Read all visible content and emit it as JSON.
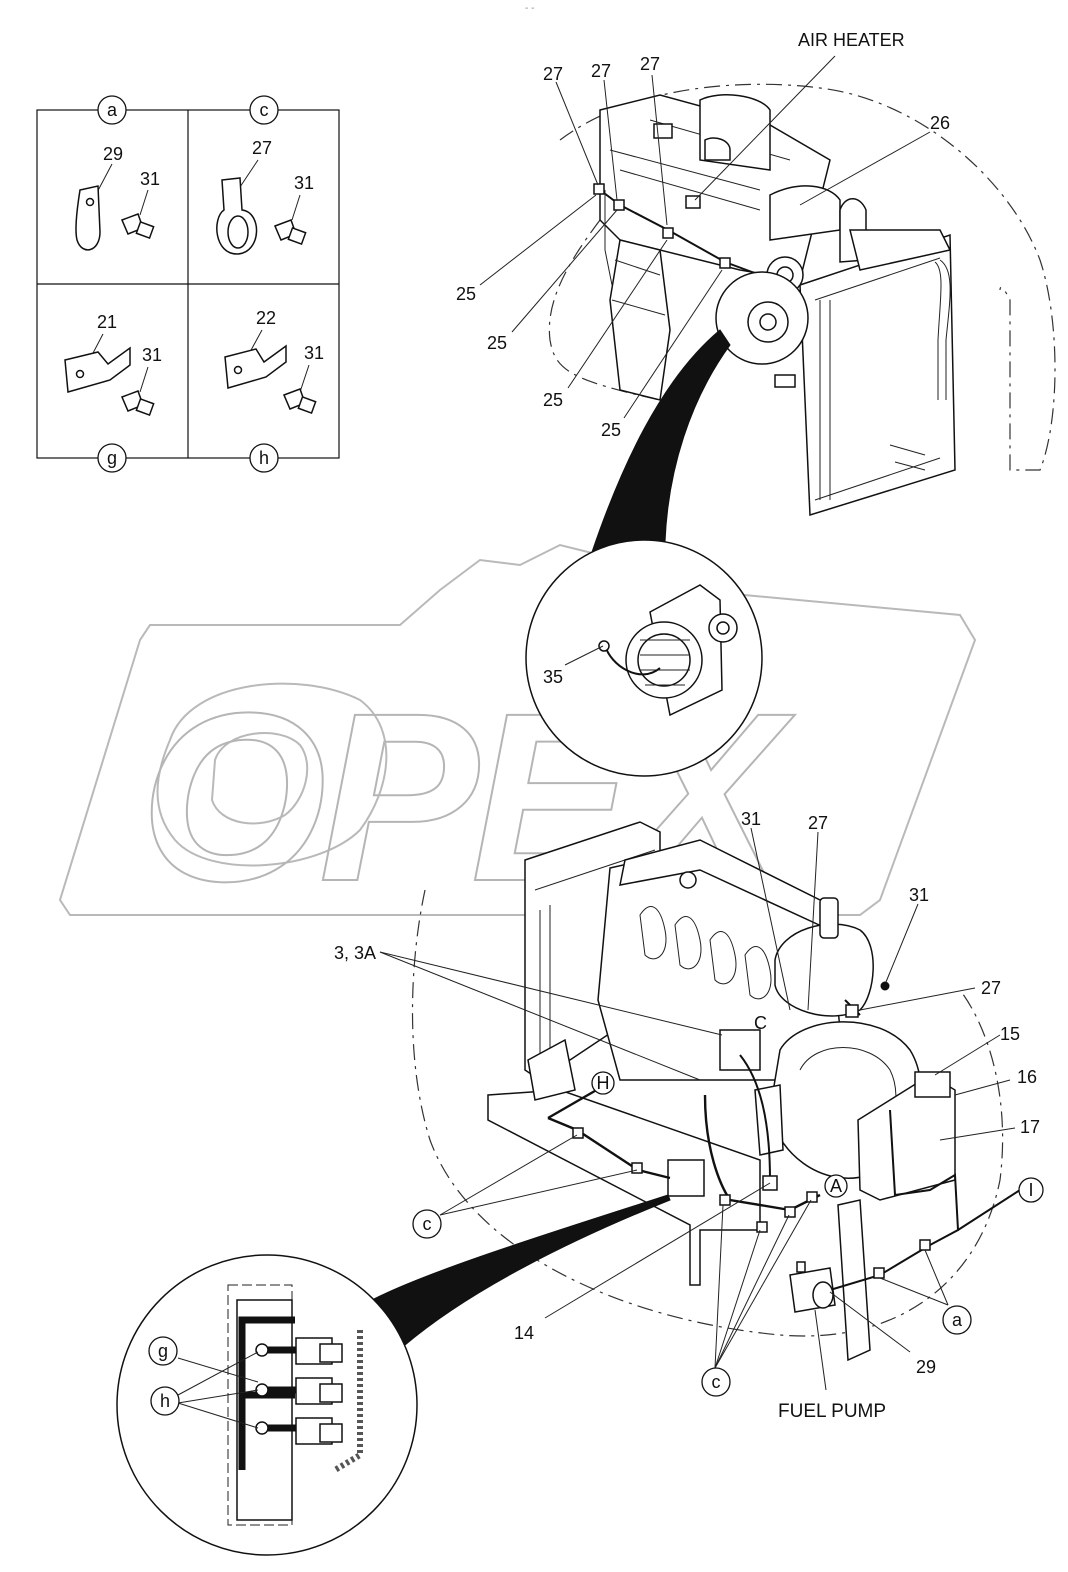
{
  "header_mark": "- -",
  "watermark": "OPEX",
  "legend": {
    "cells": [
      {
        "letter": "a",
        "part": "29",
        "bolt": "31"
      },
      {
        "letter": "c",
        "part": "27",
        "bolt": "31"
      },
      {
        "letter": "g",
        "part": "21",
        "bolt": "31"
      },
      {
        "letter": "h",
        "part": "22",
        "bolt": "31"
      }
    ]
  },
  "top_view": {
    "air_heater": "AIR HEATER",
    "callouts": [
      "27",
      "27",
      "27",
      "26",
      "25",
      "25",
      "25",
      "25"
    ]
  },
  "alternator_detail": {
    "callout": "35"
  },
  "bottom_view": {
    "callouts": {
      "c31": "31",
      "c27a": "27",
      "c31b": "31",
      "c3": "3, 3A",
      "c27b": "27",
      "c15": "15",
      "c16": "16",
      "c17": "17",
      "c14": "14",
      "c29": "29"
    },
    "fuel_pump": "FUEL PUMP",
    "letters": {
      "C": "C",
      "H": "H",
      "A": "A",
      "I": "I",
      "c_left": "c",
      "c_bottom": "c",
      "a_right": "a"
    }
  },
  "bus_detail": {
    "g": "g",
    "h": "h"
  }
}
